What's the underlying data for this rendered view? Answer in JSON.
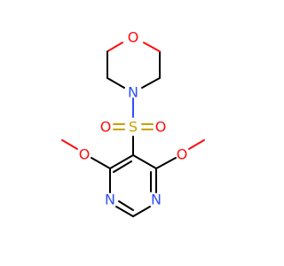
{
  "molecule": {
    "atoms": {
      "morpholine_o": "O",
      "morpholine_n": "N",
      "sulfur": "S",
      "sulfonyl_o_left": "O",
      "sulfonyl_o_right": "O",
      "methoxy_o_left": "O",
      "methoxy_o_right": "O",
      "ring_n_left": "N",
      "ring_n_right": "N"
    }
  },
  "colors": {
    "oxygen": "#ff0d0d",
    "nitrogen": "#3050f8",
    "sulfur": "#c8a000",
    "bond": "#000000"
  }
}
